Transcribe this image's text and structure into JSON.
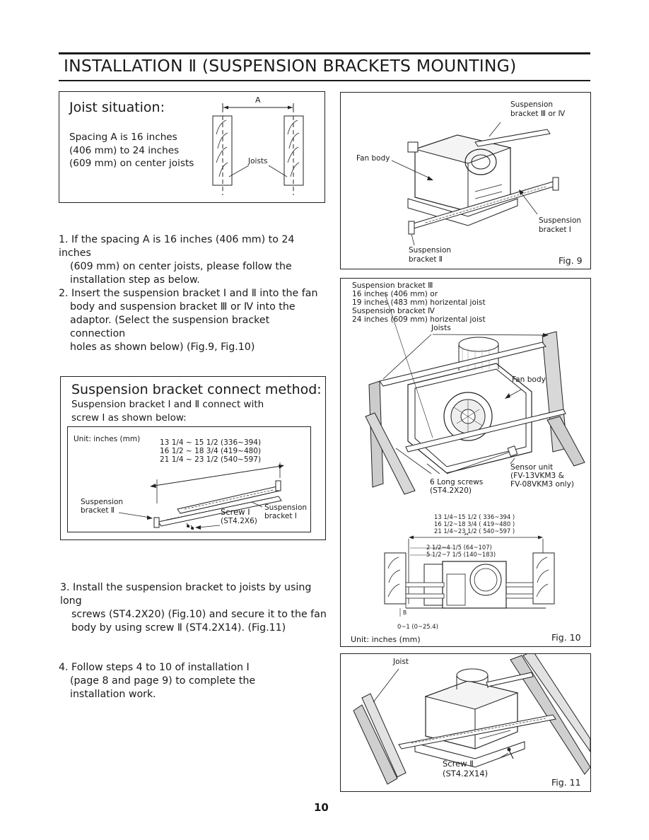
{
  "title": "INSTALLATION Ⅱ (SUSPENSION BRACKETS MOUNTING)",
  "joist_box": {
    "heading": "Joist situation:",
    "text_lines": [
      "Spacing A is 16 inches",
      "(406 mm) to 24 inches",
      "(609 mm) on center joists"
    ],
    "dim_label": "A",
    "joists_label": "Joists"
  },
  "steps": {
    "s1": [
      "1. If the spacing A is 16 inches (406 mm) to 24 inches",
      "(609 mm) on center joists, please follow the",
      "installation step as below."
    ],
    "s2": [
      "2. Insert the suspension bracket Ⅰ and Ⅱ into the fan",
      "body and suspension bracket Ⅲ or Ⅳ into the",
      "adaptor. (Select the suspension bracket connection",
      "holes as shown below) (Fig.9, Fig.10)"
    ],
    "s3": [
      "3. Install the suspension bracket to joists by using long",
      "screws (ST4.2X20) (Fig.10) and secure it to the fan",
      "body by using screw Ⅱ (ST4.2X14). (Fig.11)"
    ],
    "s4": [
      "4. Follow steps 4 to 10 of installation Ⅰ",
      "(page 8 and page 9) to complete the",
      "installation work."
    ]
  },
  "connect_box": {
    "heading": "Suspension bracket connect method:",
    "sub_lines": [
      "Suspension bracket Ⅰ and Ⅱ connect with",
      "screw Ⅰ as shown below:"
    ],
    "unit": "Unit: inches (mm)",
    "ranges": [
      "13 1/4 ~ 15 1/2 (336~394)",
      "16 1/2 ~ 18 3/4 (419~480)",
      "21 1/4 ~ 23 1/2 (540~597)"
    ],
    "bracket2": [
      "Suspension",
      "bracket Ⅱ"
    ],
    "screw": [
      "Screw Ⅰ",
      "(ST4.2X6)"
    ],
    "bracket1": [
      "Suspension",
      "bracket Ⅰ"
    ]
  },
  "fig9": {
    "label": "Fig. 9",
    "susp34": [
      "Suspension",
      "bracket Ⅲ  or Ⅳ"
    ],
    "fan_body": "Fan body",
    "susp1": [
      "Suspension",
      "bracket Ⅰ"
    ],
    "susp2": [
      "Suspension",
      "bracket Ⅱ"
    ]
  },
  "fig10": {
    "label": "Fig. 10",
    "header_lines": [
      "Suspension bracket Ⅲ",
      "16 inches (406 mm) or",
      "19 inches (483 mm) horizental joist",
      "Suspension bracket Ⅳ",
      "24 inches (609 mm) horizental joist"
    ],
    "joists": "Joists",
    "fan_body": "Fan body",
    "long_screws": [
      "6 Long screws",
      "(ST4.2X20)"
    ],
    "sensor": [
      "Sensor unit",
      "(FV-13VKM3 &",
      "FV-08VKM3 only)"
    ],
    "ranges": [
      "13 1/4~15 1/2 ( 336~394 )",
      "16 1/2~18 3/4 ( 419~480 )",
      "21 1/4~23 1/2 ( 540~597 )"
    ],
    "dim_a": "A",
    "dims": [
      "2 1/2~4 1/5  (64~107)",
      "5 1/2~7 1/5 (140~183)"
    ],
    "b_label": "B",
    "b_range": "0~1 (0~25.4)",
    "unit": "Unit: inches (mm)"
  },
  "fig11": {
    "label": "Fig. 11",
    "joist": "Joist",
    "screw": [
      "Screw Ⅱ",
      "(ST4.2X14)"
    ]
  },
  "page_number": "10",
  "colors": {
    "text": "#1a1a1a",
    "line": "#222222",
    "hatch": "#555555"
  }
}
